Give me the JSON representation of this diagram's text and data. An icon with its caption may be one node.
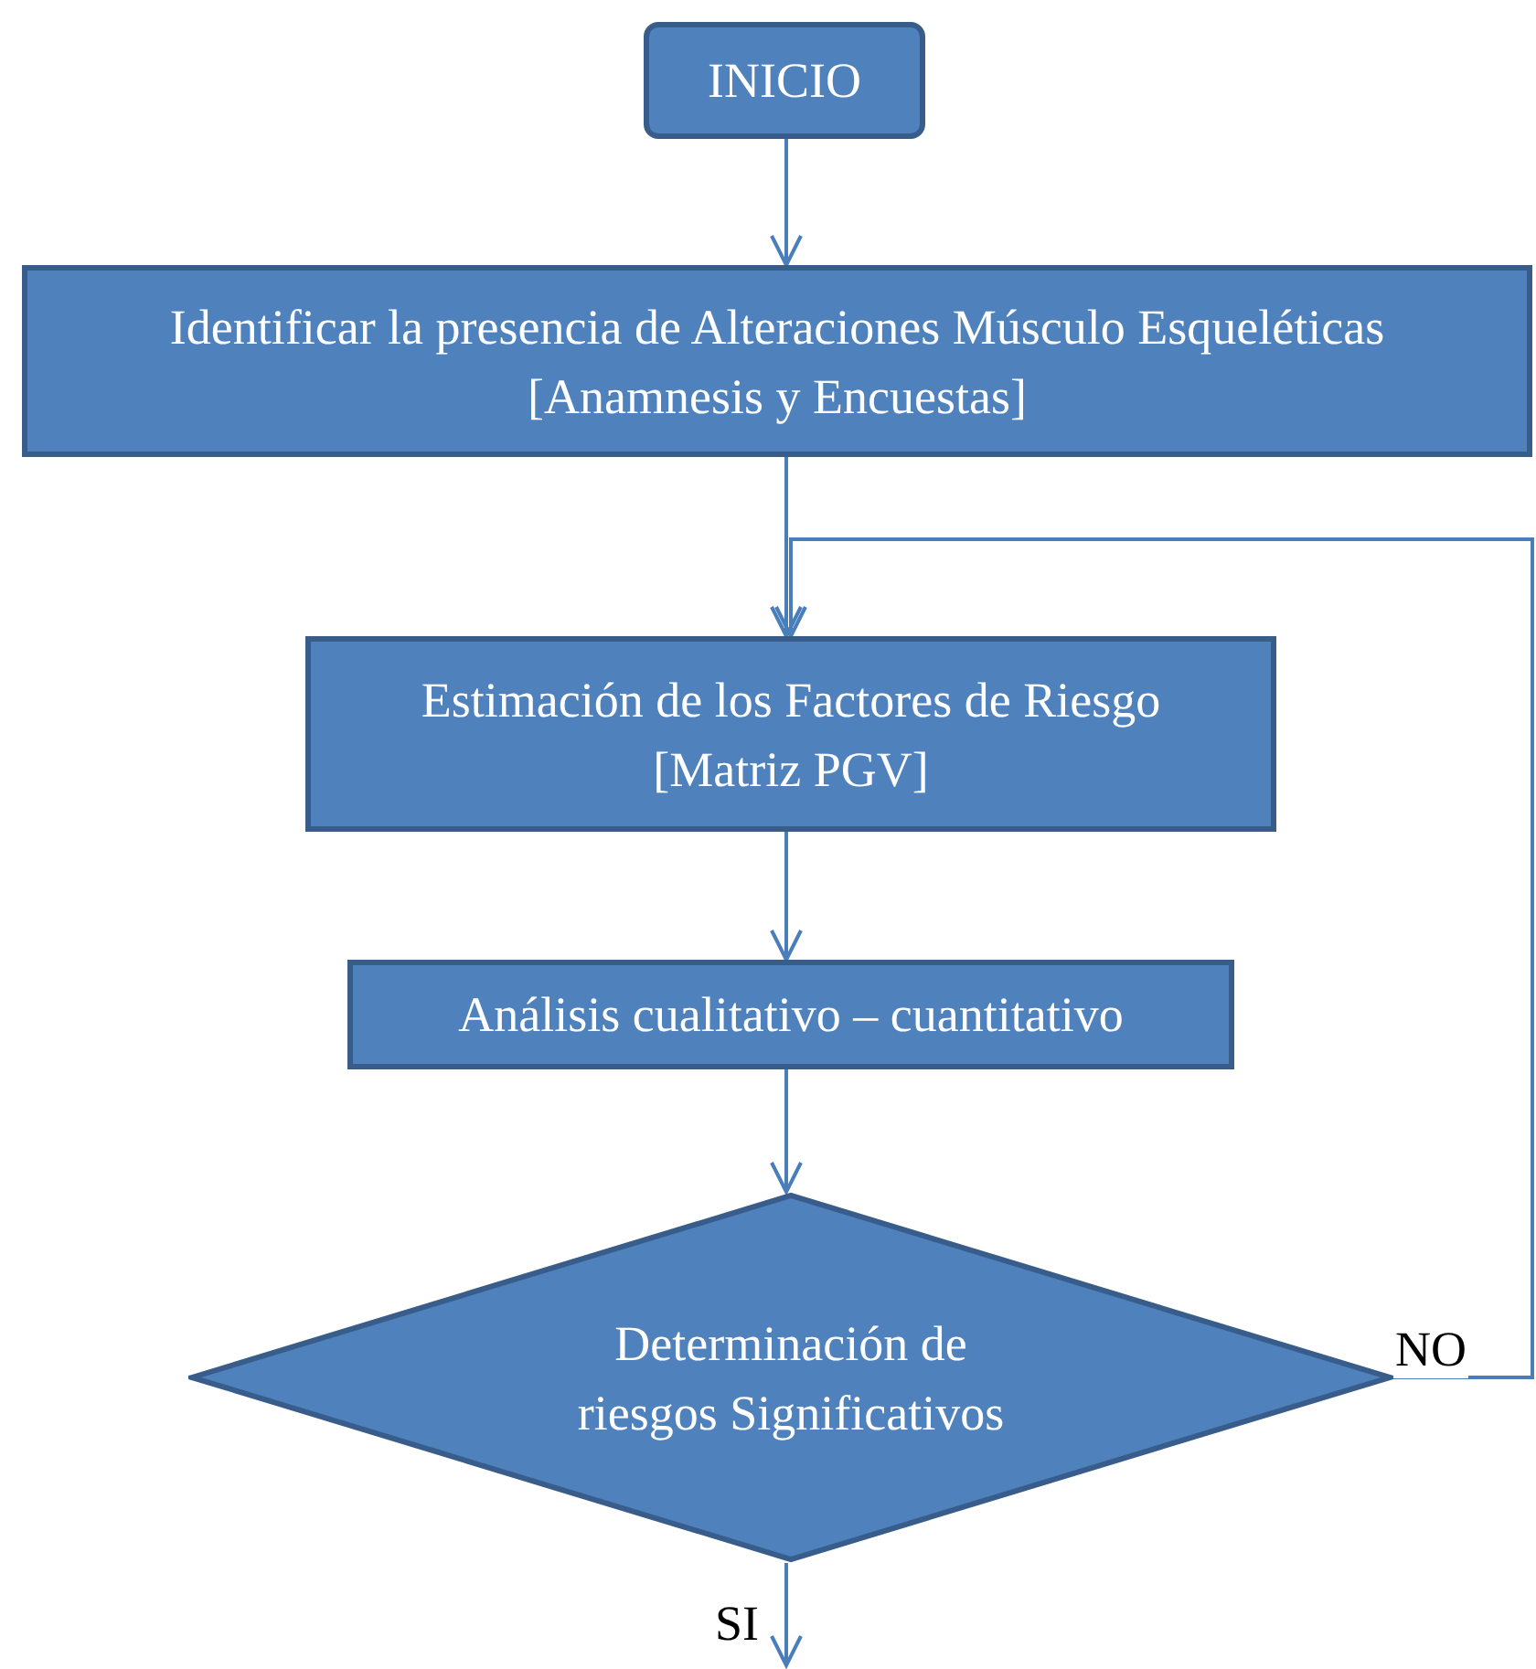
{
  "diagram": {
    "nodes": [
      {
        "text": [
          "INICIO"
        ]
      },
      {
        "text": [
          "Identificar la presencia de Alteraciones Músculo Esqueléticas",
          "[Anamnesis y Encuestas]"
        ]
      },
      {
        "text": [
          "Estimación de los Factores de Riesgo",
          "[Matriz PGV]"
        ]
      },
      {
        "text": [
          "Análisis cualitativo – cuantitativo"
        ]
      },
      {
        "text": [
          "Determinación de riesgos Significativos"
        ]
      }
    ],
    "edges": [
      {
        "from": 0,
        "to": 1,
        "arrow": "to"
      },
      {
        "from": 1,
        "to": 2,
        "arrow": "to"
      },
      {
        "from": 2,
        "to": 3,
        "arrow": "to"
      },
      {
        "from": 3,
        "to": 4,
        "arrow": "to"
      },
      {
        "from": 4,
        "to": 2,
        "arrow": "to",
        "label": "NO"
      },
      {
        "from": 4,
        "to": null,
        "arrow": "to",
        "label": "SI"
      }
    ]
  }
}
